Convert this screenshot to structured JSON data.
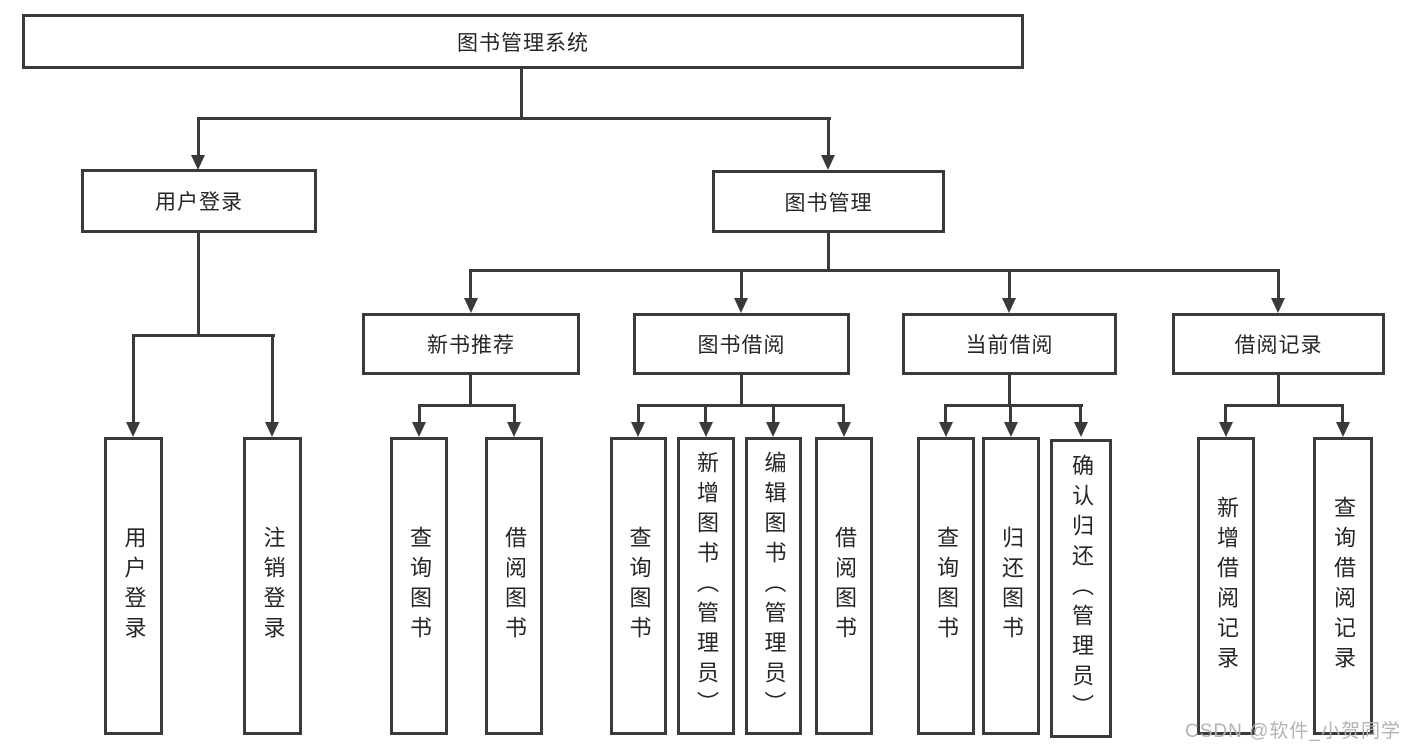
{
  "diagram_title": "图书管理系统",
  "tree": {
    "label": "图书管理系统",
    "children": [
      {
        "label": "用户登录",
        "children": [
          {
            "label": "用户登录"
          },
          {
            "label": "注销登录"
          }
        ]
      },
      {
        "label": "图书管理",
        "children": [
          {
            "label": "新书推荐",
            "children": [
              {
                "label": "查询图书"
              },
              {
                "label": "借阅图书"
              }
            ]
          },
          {
            "label": "图书借阅",
            "children": [
              {
                "label": "查询图书"
              },
              {
                "label": "新增图书（管理员）"
              },
              {
                "label": "编辑图书（管理员）"
              },
              {
                "label": "借阅图书"
              }
            ]
          },
          {
            "label": "当前借阅",
            "children": [
              {
                "label": "查询图书"
              },
              {
                "label": "归还图书"
              },
              {
                "label": "确认归还（管理员）"
              }
            ]
          },
          {
            "label": "借阅记录",
            "children": [
              {
                "label": "新增借阅记录"
              },
              {
                "label": "查询借阅记录"
              }
            ]
          }
        ]
      }
    ]
  },
  "watermark": {
    "text": "CSDN @软件_小贺同学",
    "color": "#b3b3b3"
  },
  "colors": {
    "line": "#3a3a3a",
    "node_border": "#3a3a3a",
    "node_text": "#262626",
    "node_background": "#ffffff",
    "page_background": "#ffffff"
  }
}
